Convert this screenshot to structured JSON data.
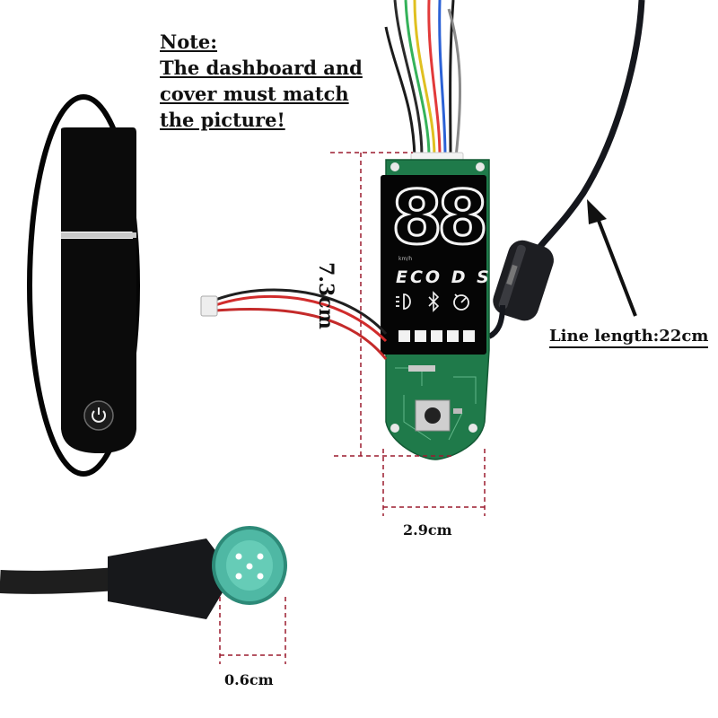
{
  "note": {
    "heading": "Note:",
    "line1": "The dashboard and",
    "line2": "cover must match",
    "line3": "the picture!"
  },
  "display": {
    "digits": "88",
    "unit": "km/h",
    "modes": "ECO D S"
  },
  "dimensions": {
    "height": "7.3cm",
    "width": "2.9cm",
    "connector": "0.6cm",
    "line_length": "Line length:22cm"
  },
  "icons": [
    "power-icon",
    "headlight-icon",
    "bluetooth-icon",
    "speed-icon"
  ]
}
